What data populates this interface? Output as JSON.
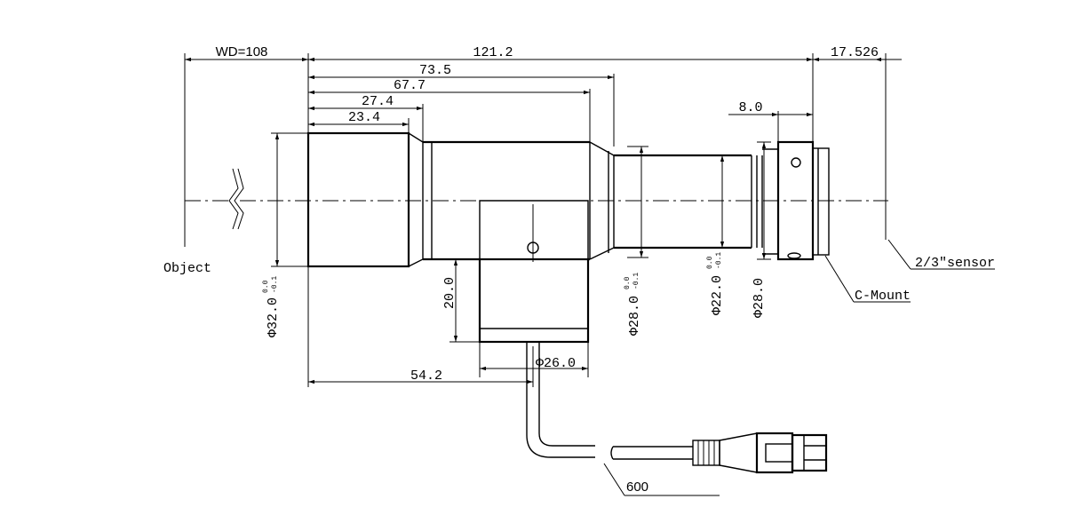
{
  "dimensions": {
    "wd": "WD=108",
    "total_length": "121.2",
    "flange_distance": "17.526",
    "len_73_5": "73.5",
    "len_67_7": "67.7",
    "len_27_4": "27.4",
    "len_23_4": "23.4",
    "len_8_0": "8.0",
    "height_20_0": "20.0",
    "offset_54_2": "54.2",
    "cable_600": "600"
  },
  "diameters": {
    "front": "Φ32.0",
    "front_tol": [
      "0.0",
      "-0.1"
    ],
    "mid": "Φ28.0",
    "mid_tol": [
      "0.0",
      "-0.1"
    ],
    "rear": "Φ22.0",
    "rear_tol": [
      "0.0",
      "-0.1"
    ],
    "mount": "Φ28.0",
    "port": "Φ26.0"
  },
  "labels": {
    "object": "Object",
    "sensor": "2/3″sensor",
    "mount": "C-Mount"
  }
}
